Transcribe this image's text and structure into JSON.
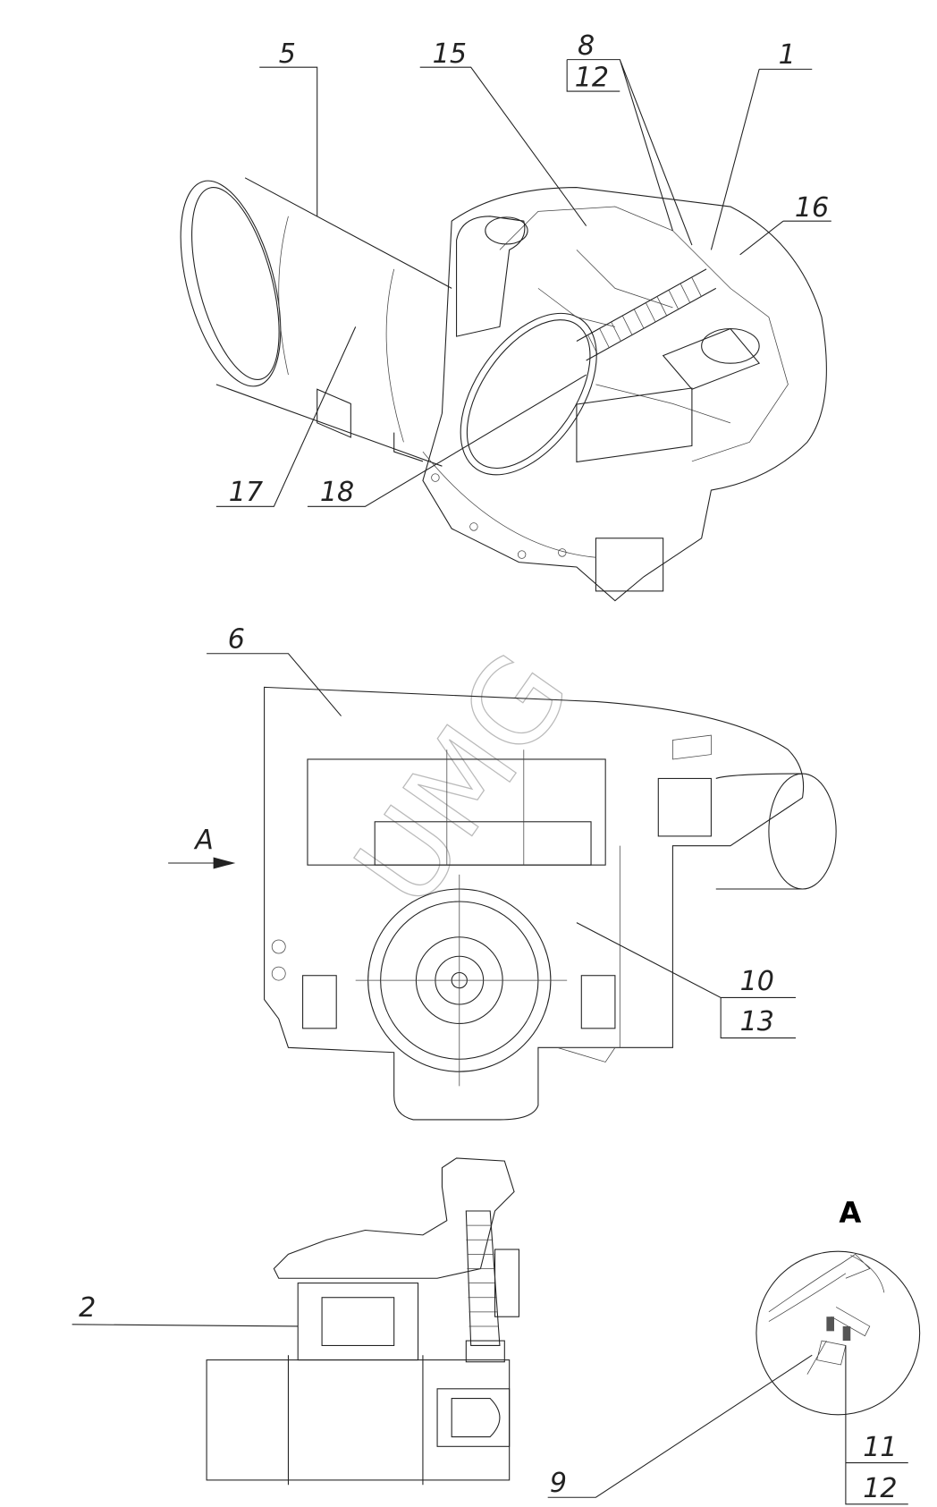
{
  "drawing": {
    "callouts": {
      "c5": "5",
      "c15": "15",
      "c8": "8",
      "c12a": "12",
      "c1": "1",
      "c16": "16",
      "c17": "17",
      "c18": "18",
      "c6": "6",
      "c10": "10",
      "c13": "13",
      "c2": "2",
      "c9": "9",
      "c11": "11",
      "c12b": "12"
    },
    "view_arrow_label": "A",
    "detail_view_label": "A",
    "watermark": "UMG"
  }
}
